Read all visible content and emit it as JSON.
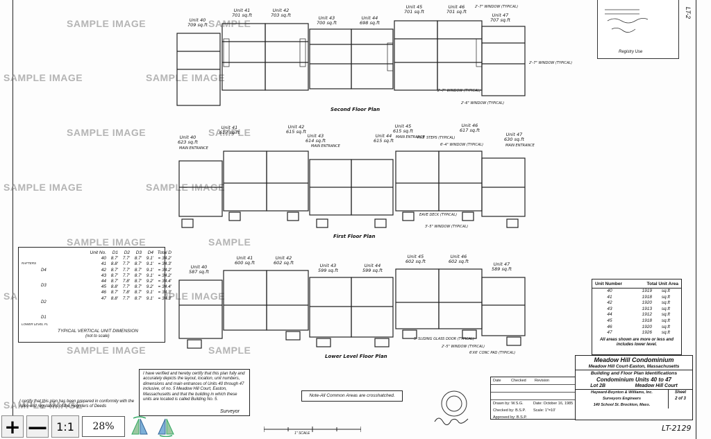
{
  "watermark": "SAMPLE IMAGE",
  "watermark_short": "SAMPLE",
  "plans": {
    "second_floor": {
      "title": "Second Floor Plan",
      "units": [
        {
          "unit": "Unit 40",
          "area": "709 sq.ft"
        },
        {
          "unit": "Unit 41",
          "area": "701 sq.ft"
        },
        {
          "unit": "Unit 42",
          "area": "703 sq.ft"
        },
        {
          "unit": "Unit 43",
          "area": "700 sq.ft"
        },
        {
          "unit": "Unit 44",
          "area": "698 sq.ft"
        },
        {
          "unit": "Unit 45",
          "area": "701 sq.ft"
        },
        {
          "unit": "Unit 46",
          "area": "701 sq.ft"
        },
        {
          "unit": "Unit 47",
          "area": "707 sq.ft"
        }
      ],
      "notes": [
        "2'-7\" WINDOW (TYPICAL)",
        "2'-7\" WINDOW (TYPICAL)",
        "2'-7\" WINDOW (TYPICAL)",
        "2'-6\" WINDOW (TYPICAL)"
      ]
    },
    "first_floor": {
      "title": "First Floor Plan",
      "units": [
        {
          "unit": "Unit 40",
          "area": "623 sq.ft"
        },
        {
          "unit": "Unit 41",
          "area": "617 sq.ft"
        },
        {
          "unit": "Unit 42",
          "area": "615 sq.ft"
        },
        {
          "unit": "Unit 43",
          "area": "614 sq.ft"
        },
        {
          "unit": "Unit 44",
          "area": "615 sq.ft"
        },
        {
          "unit": "Unit 45",
          "area": "615 sq.ft"
        },
        {
          "unit": "Unit 46",
          "area": "617 sq.ft"
        },
        {
          "unit": "Unit 47",
          "area": "630 sq.ft"
        }
      ],
      "main_entrance": "MAIN ENTRANCE",
      "notes": [
        "4'X5' STEPS (TYPICAL)",
        "6'-4\" WINDOW (TYPICAL)",
        "3'-5\" WINDOW (TYPICAL)",
        "EAVE DECK (TYPICAL)"
      ]
    },
    "lower_level": {
      "title": "Lower Level Floor Plan",
      "units": [
        {
          "unit": "Unit 40",
          "area": "587 sq.ft"
        },
        {
          "unit": "Unit 41",
          "area": "600 sq.ft"
        },
        {
          "unit": "Unit 42",
          "area": "602 sq.ft"
        },
        {
          "unit": "Unit 43",
          "area": "599 sq.ft"
        },
        {
          "unit": "Unit 44",
          "area": "599 sq.ft"
        },
        {
          "unit": "Unit 45",
          "area": "602 sq.ft"
        },
        {
          "unit": "Unit 46",
          "area": "602 sq.ft"
        },
        {
          "unit": "Unit 47",
          "area": "589 sq.ft"
        }
      ],
      "notes": [
        "5' SLIDING GLASS DOOR (TYPICAL)",
        "2'-5\" WINDOW (TYPICAL)",
        "6'X6' CONC PAD (TYPICAL)"
      ]
    }
  },
  "vertical_dimension": {
    "caption": "TYPICAL VERTICAL UNIT DIMENSION",
    "subcaption": "(not to scale)",
    "header": [
      "Unit No.",
      "D1",
      "D2",
      "D3",
      "D4",
      "Total D"
    ],
    "rows": [
      [
        "40",
        "8.7'",
        "7.7'",
        "8.7'",
        "9.1'",
        "= 34.2'"
      ],
      [
        "41",
        "8.8'",
        "7.7'",
        "8.7'",
        "9.1'",
        "= 34.3'"
      ],
      [
        "42",
        "8.7'",
        "7.7'",
        "8.7'",
        "9.1'",
        "= 34.2'"
      ],
      [
        "43",
        "8.7'",
        "7.7'",
        "8.7'",
        "9.1'",
        "= 34.2'"
      ],
      [
        "44",
        "8.7'",
        "7.8'",
        "8.7'",
        "9.2'",
        "= 34.4'"
      ],
      [
        "45",
        "8.8'",
        "7.7'",
        "8.7'",
        "9.2'",
        "= 34.4'"
      ],
      [
        "46",
        "8.7'",
        "7.8'",
        "8.7'",
        "9.1'",
        "= 34.3'"
      ],
      [
        "47",
        "8.8'",
        "7.7'",
        "8.7'",
        "9.1'",
        "= 34.3'"
      ]
    ],
    "levels": [
      "RAFTERS",
      "D4",
      "D3",
      "D2",
      "D1",
      "LOWER LEVEL FL"
    ]
  },
  "unit_area_table": {
    "col1": "Unit Number",
    "col2": "Total Unit Area",
    "rows": [
      [
        "40",
        "1919",
        "sq.ft"
      ],
      [
        "41",
        "1918",
        "sq.ft"
      ],
      [
        "42",
        "1920",
        "sq.ft"
      ],
      [
        "43",
        "1913",
        "sq.ft"
      ],
      [
        "44",
        "1912",
        "sq.ft"
      ],
      [
        "45",
        "1918",
        "sq.ft"
      ],
      [
        "46",
        "1920",
        "sq.ft"
      ],
      [
        "47",
        "1926",
        "sq.ft"
      ]
    ],
    "note": "All areas shown are more or less and includes lower level."
  },
  "title_block": {
    "line1": "Meadow Hill Condominium",
    "line2": "Meadow Hill Court-Easton, Massachusetts",
    "line3": "Building and Floor Plan Identifications",
    "line4": "Condominium Units 40 to 47",
    "line5": "Lot 2B",
    "line5b": "Meadow Hill Court",
    "firm1": "Hayward-Boynton & Williams, Inc.",
    "firm2": "Surveyors   Engineers",
    "firm3": "140 School St.  Brockton, Mass.",
    "sheet_label": "Sheet",
    "sheet_val": "2 of 3",
    "date": "Date: October 16, 1985",
    "scale": "Scale: 1\"=10'",
    "drawn": "Drawn by: W.S.G.",
    "checked": "Checked by: B.S.P.",
    "approved": "Approved by: B.S.P.",
    "rev_date": "Date",
    "rev_checked": "Checked",
    "rev_desc": "Revision"
  },
  "certification": "I have verified and hereby certify that this plan fully and accurately depicts the layout, location, unit numbers, dimensions and main entrances of Units 40 through 47 inclusive, of no. 5 Meadow Hill Court, Easton, Massachusetts and that the building in which these units are located is called Building No. 5.",
  "certification_sign": "Surveyor",
  "certification_left": "I certify that this plan has been prepared in conformity with the rules and regulations of the Registers of Deeds",
  "common_note": "Note-All Common Areas are crosshatched.",
  "sheet_number": "LT-2129",
  "corner_label": "LT-2",
  "registry": {
    "label": "Registry Use"
  },
  "scale_bar": {
    "label": "1\" SCALE"
  },
  "viewer": {
    "zoom_in": "+",
    "zoom_out": "—",
    "actual": "1:1",
    "zoom_value": "28%"
  }
}
